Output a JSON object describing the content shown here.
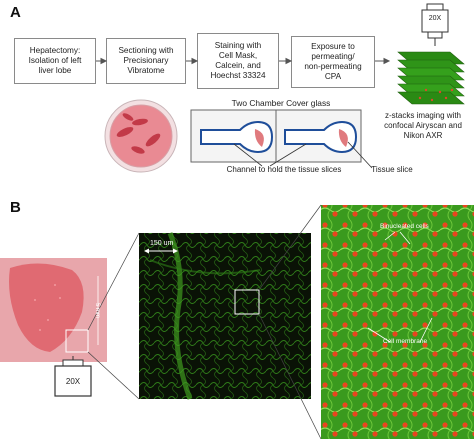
{
  "panel_a": {
    "letter": "A",
    "steps": [
      "Hepatectomy:\nIsolation of left\nliver lobe",
      "Sectioning with\nPrecisionary\nVibratome",
      "Staining with\nCell Mask,\nCalcein, and\nHoechst 33324",
      "Exposure to\npermeating/\nnon-permeating\nCPA"
    ],
    "cover_glass_label": "Two Chamber Cover glass",
    "channel_label": "Channel to hold the tissue slices",
    "tissue_slice_label": "Tissue slice",
    "imaging_label": "z-stacks imaging with\nconfocal Airyscan and\nNikon AXR",
    "objective_label": "20X"
  },
  "panel_b": {
    "letter": "B",
    "scale_bar_label": "150 um",
    "slice_dimension_label": "5 mm",
    "objective_label": "20X",
    "binucleated_label": "Binucleated cells",
    "membrane_label": "Cell membrane"
  },
  "colors": {
    "green_tissue": "#3a9a1e",
    "red_nuclei": "#e8451e",
    "pink_slice": "#e07a7e",
    "blue_outline": "#1f4e9a"
  }
}
